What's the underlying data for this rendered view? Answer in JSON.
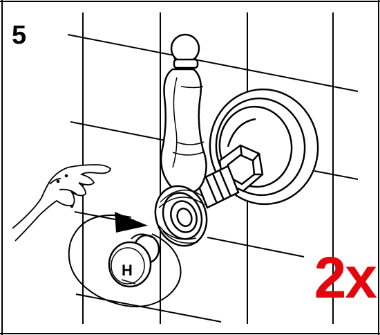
{
  "step": {
    "number": "5"
  },
  "multiplier": {
    "label": "2x",
    "color": "#e3070d"
  },
  "cap": {
    "letter": "H"
  },
  "icons": [
    "hand-icon",
    "arrow-icon",
    "handle-icon",
    "escutcheon-icon",
    "cap-icon"
  ],
  "colors": {
    "line": "#000000",
    "background": "#ffffff"
  }
}
